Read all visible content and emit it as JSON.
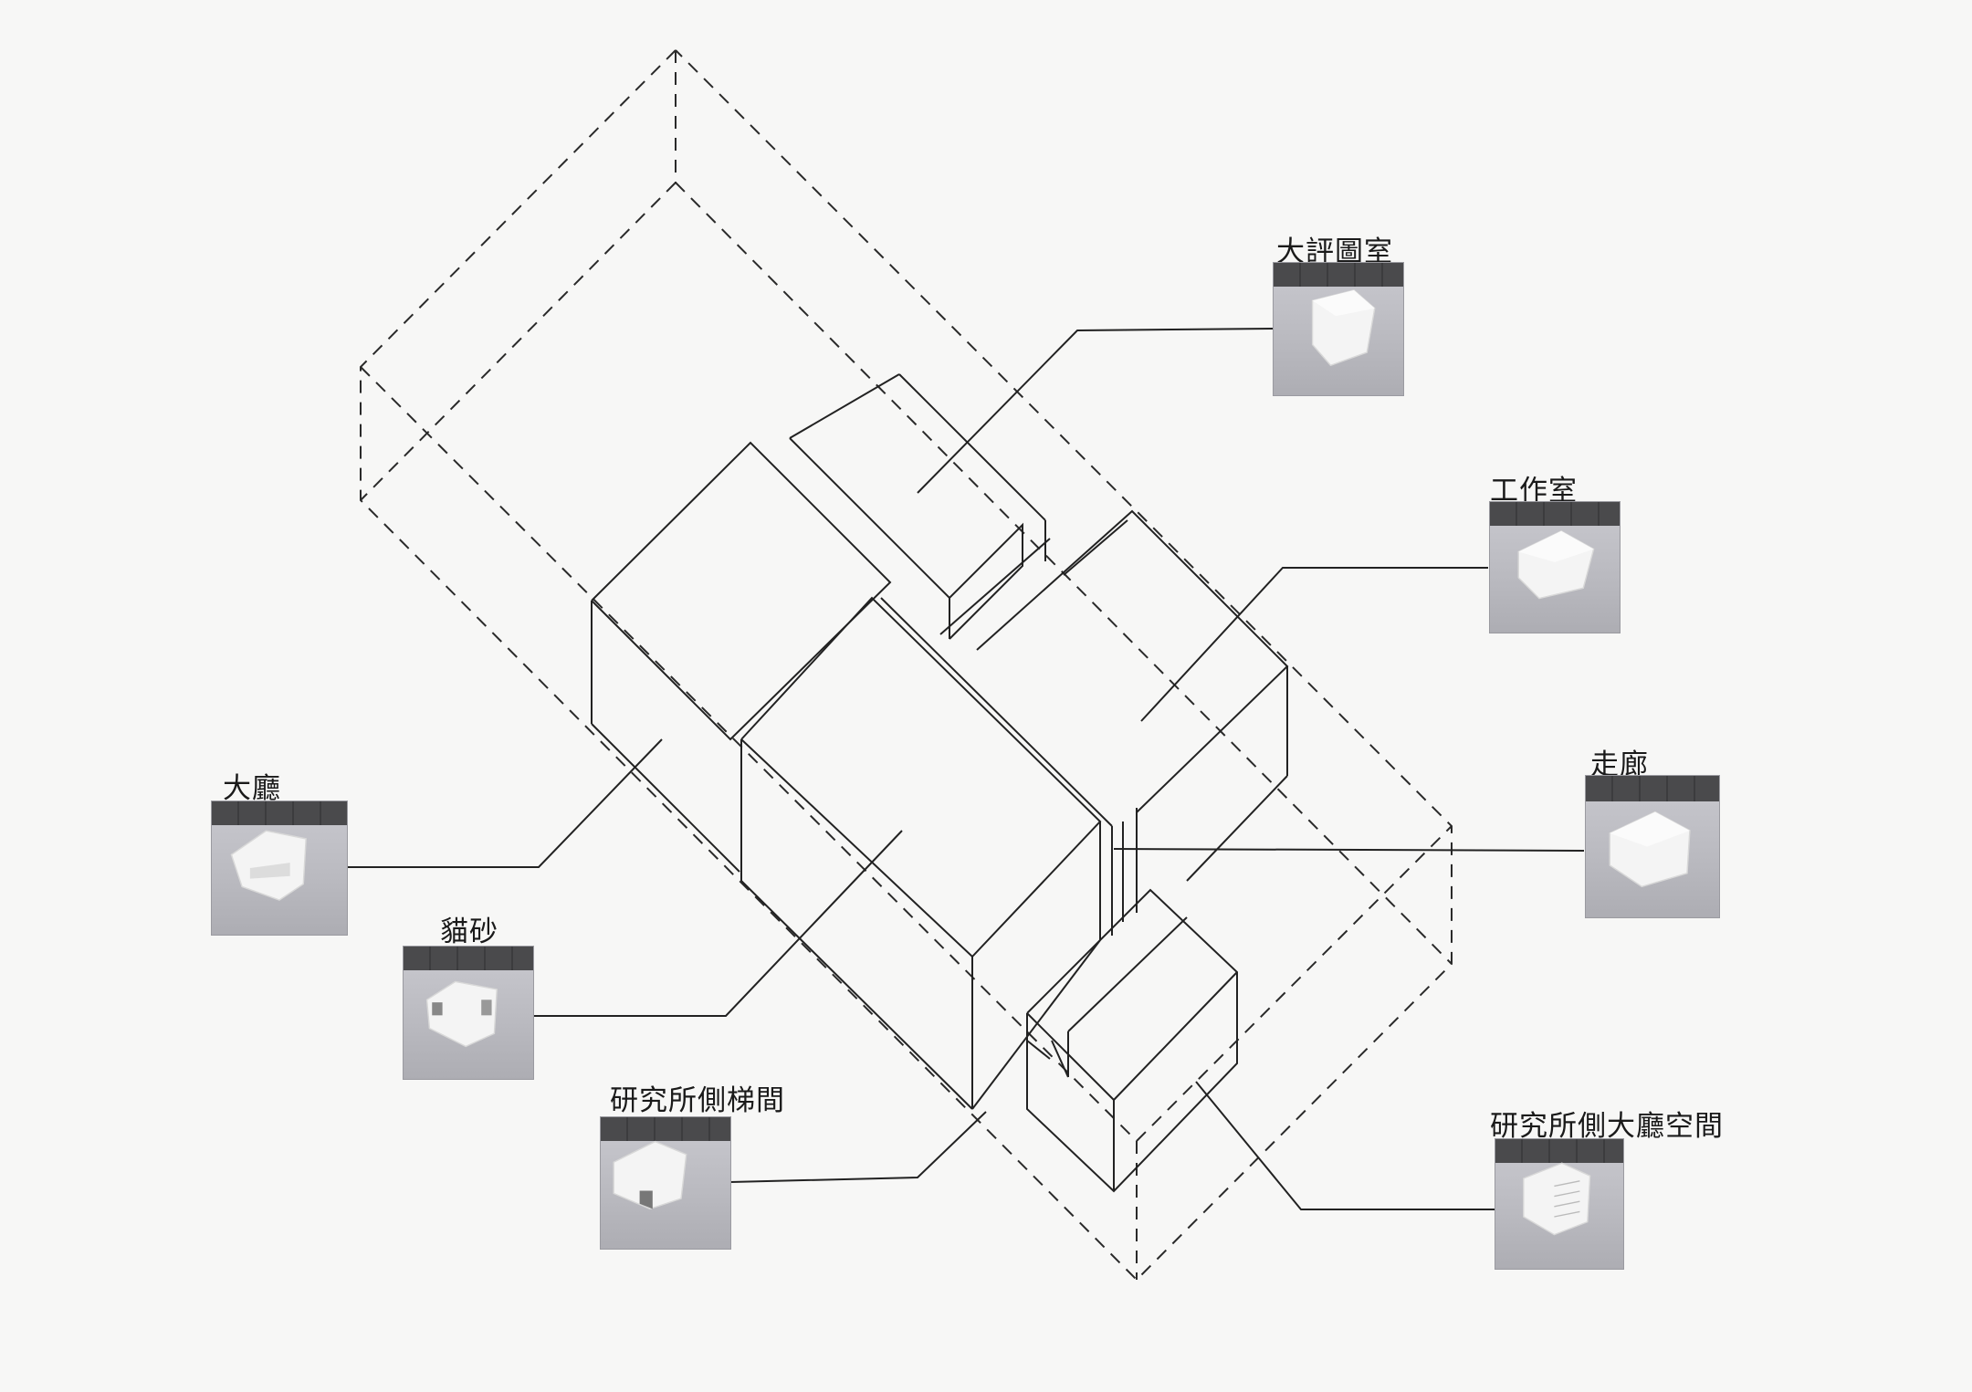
{
  "labels": {
    "review_room": "大評圖室",
    "studio": "工作室",
    "corridor": "走廊",
    "lobby": "大廳",
    "cat_litter": "貓砂",
    "stairwell": "研究所側梯間",
    "grad_lobby_space": "研究所側大廳空間"
  },
  "colors": {
    "line": "#222222",
    "dashed": "#2a2a2a",
    "paper": "#f7f7f6",
    "photo_wall": "#3f3f41",
    "photo_floor": "#b8b8be",
    "model_white": "#f4f4f4"
  }
}
